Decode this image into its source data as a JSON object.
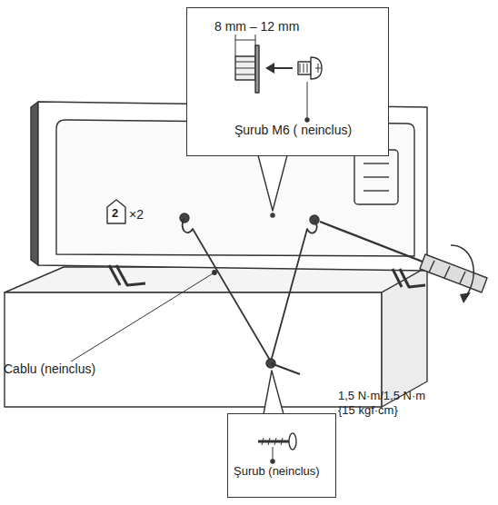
{
  "diagram": {
    "nodes": [
      {
        "text": [
          "8 mm – 12 mm",
          "Şurub M6 ( neinclus)"
        ]
      },
      {
        "text": [
          "Şurub (neinclus)"
        ]
      }
    ],
    "labels": [
      "2",
      "×2",
      "Cablu (neinclus)",
      "1,5 N·m/1,5 N·m {15 kgf·cm}"
    ]
  }
}
